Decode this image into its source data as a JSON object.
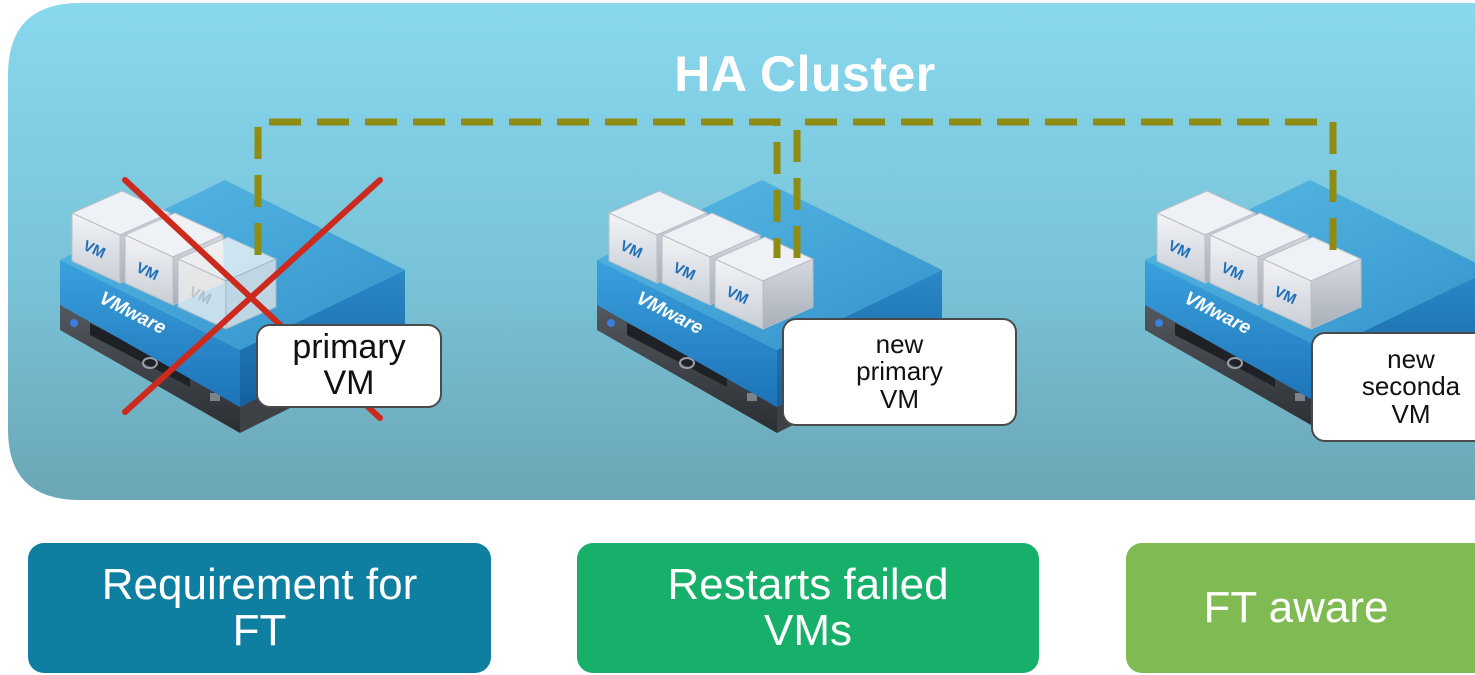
{
  "cluster": {
    "title": "HA Cluster"
  },
  "hosts": [
    {
      "brand": "VMware",
      "vms": [
        "VM",
        "VM",
        "VM"
      ],
      "label_lines": [
        "primary",
        "VM"
      ],
      "failed": true
    },
    {
      "brand": "VMware",
      "vms": [
        "VM",
        "VM",
        "VM"
      ],
      "label_lines": [
        "new",
        "primary",
        "VM"
      ],
      "failed": false
    },
    {
      "brand": "VMware",
      "vms": [
        "VM",
        "VM",
        "VM"
      ],
      "label_lines": [
        "new",
        "seconda",
        "VM"
      ],
      "failed": false
    }
  ],
  "features": [
    {
      "lines": [
        "Requirement for",
        "FT"
      ],
      "color": "#0e7fa0"
    },
    {
      "lines": [
        "Restarts failed",
        "VMs"
      ],
      "color": "#17b06a"
    },
    {
      "lines": [
        "FT aware"
      ],
      "color": "#7fbb52"
    }
  ],
  "colors": {
    "cluster_top": "#86d6ec",
    "cluster_bottom": "#6aa8b8",
    "dashed_link": "#8e8c12",
    "failure_cross": "#cc2a1c",
    "vmware_blue": "#1f7fc4"
  }
}
